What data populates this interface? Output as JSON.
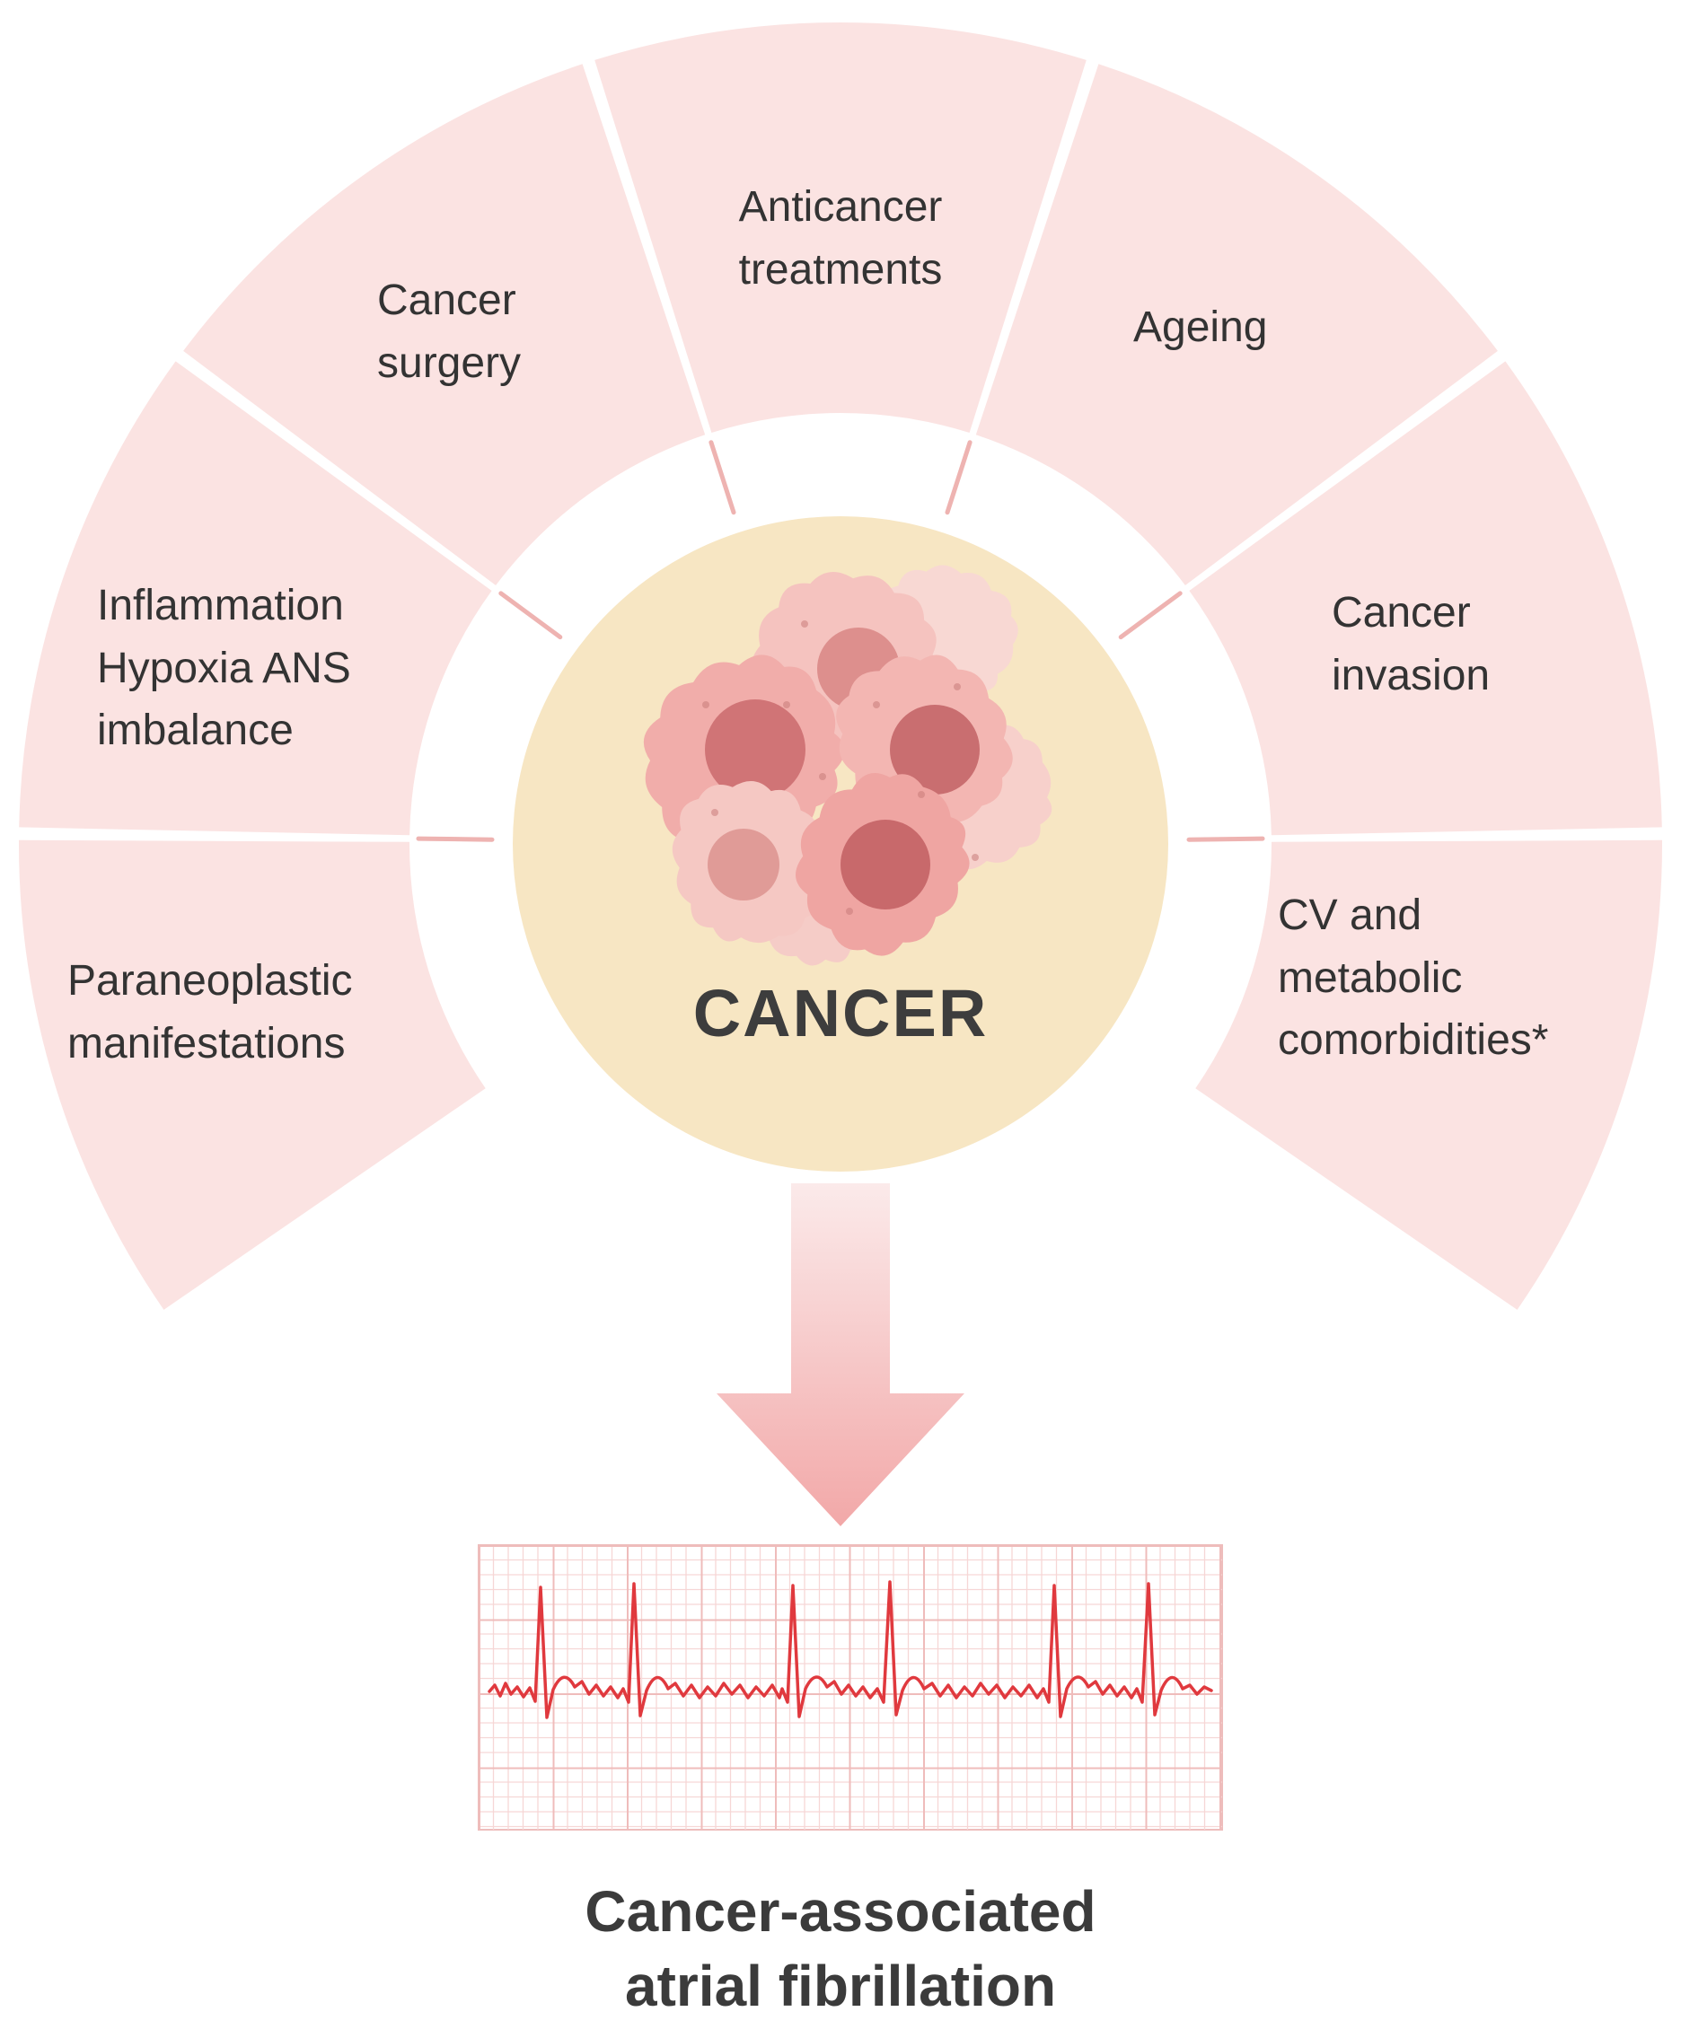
{
  "diagram": {
    "center": {
      "label": "CANCER"
    },
    "segments": [
      {
        "id": "paraneoplastic",
        "lines": [
          "Paraneoplastic",
          "manifestations"
        ]
      },
      {
        "id": "inflammation",
        "lines": [
          "Inflammation",
          "Hypoxia ANS",
          "imbalance"
        ]
      },
      {
        "id": "cancer-surgery",
        "lines": [
          "Cancer",
          "surgery"
        ]
      },
      {
        "id": "anticancer",
        "lines": [
          "Anticancer",
          "treatments"
        ]
      },
      {
        "id": "ageing",
        "lines": [
          "Ageing"
        ]
      },
      {
        "id": "cancer-invasion",
        "lines": [
          "Cancer",
          "invasion"
        ]
      },
      {
        "id": "cv-metabolic",
        "lines": [
          "CV and",
          "metabolic",
          "comorbidities*"
        ]
      }
    ],
    "caption": {
      "lines": [
        "Cancer-associated",
        "atrial fibrillation"
      ]
    },
    "colors": {
      "segment_fill": "#fbe3e2",
      "spoke": "#eeb3b1",
      "circle_fill": "#f7e6c3",
      "arrow_start": "#fbeaea",
      "arrow_end": "#f2a8a8",
      "ecg_trace": "#e0393e",
      "ecg_grid_minor": "#f6d7d6",
      "ecg_grid_major": "#efbcbb",
      "text": "#3b3b3b"
    }
  }
}
